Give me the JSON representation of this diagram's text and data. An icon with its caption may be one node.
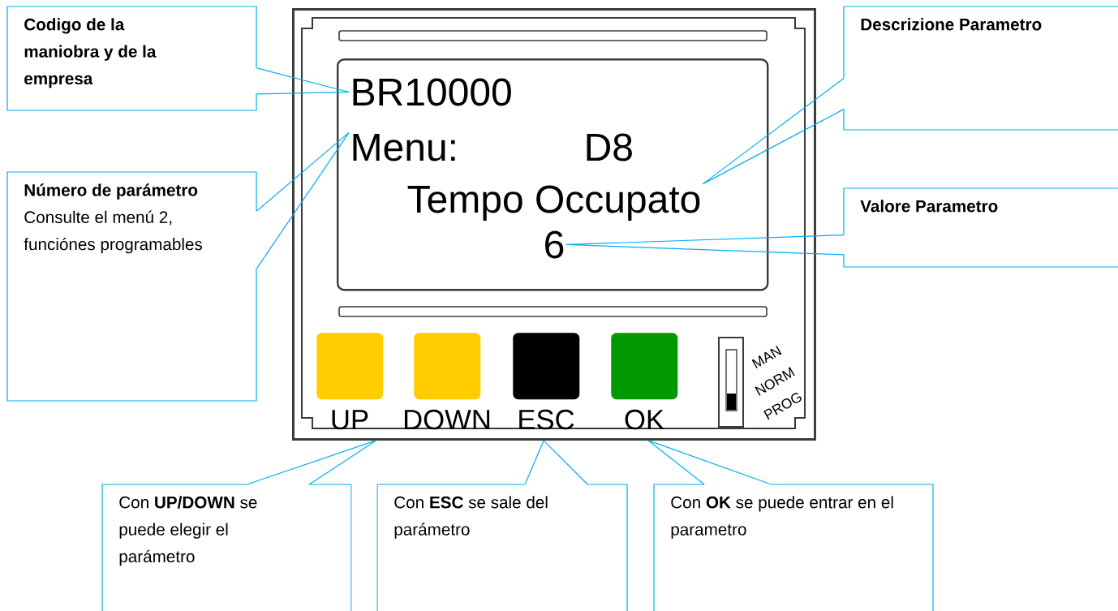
{
  "diagram": {
    "nodes": [
      {
        "text": [
          "Codigo de la maniobra y de la empresa"
        ]
      },
      {
        "text": [
          "Número de parámetro",
          "Consulte el menú 2, funciónes programables"
        ]
      },
      {
        "text": [
          "Descrizione Parametro"
        ]
      },
      {
        "text": [
          "Valore Parametro"
        ]
      },
      {
        "text": [],
        "shape": "box"
      },
      {
        "text": [],
        "shape": "box",
        "in": 4
      },
      {
        "text": [
          "BR10000"
        ],
        "in": 5
      },
      {
        "text": [
          "Menu:"
        ],
        "in": 5
      },
      {
        "text": [
          "D8"
        ],
        "in": 5
      },
      {
        "text": [
          "Tempo Occupato"
        ],
        "in": 5
      },
      {
        "text": [
          "6"
        ],
        "in": 5
      },
      {
        "text": [],
        "shape": "box",
        "beside": [
          "UP"
        ],
        "in": 4
      },
      {
        "text": [],
        "shape": "box",
        "beside": [
          "DOWN"
        ],
        "in": 4
      },
      {
        "text": [],
        "shape": "box",
        "beside": [
          "ESC"
        ],
        "in": 4
      },
      {
        "text": [],
        "shape": "box",
        "beside": [
          "OK"
        ],
        "in": 4
      },
      {
        "text": [],
        "shape": "box",
        "beside": [
          "MAN",
          "NORM",
          "PROG"
        ],
        "in": 4
      },
      {
        "text": [
          "Con **UP/DOWN** se puede elegir el parámetro"
        ]
      },
      {
        "text": [
          "Con **ESC** se sale del parámetro"
        ]
      },
      {
        "text": [
          "Con **OK** se puede entrar en el parametro"
        ]
      }
    ],
    "edges": [
      {
        "from": 0,
        "to": 6,
        "arrow": "none"
      },
      {
        "from": 1,
        "to": 7,
        "arrow": "none"
      },
      {
        "from": 2,
        "to": 9,
        "arrow": "none"
      },
      {
        "from": 3,
        "to": 10,
        "arrow": "none"
      },
      {
        "from": 16,
        "to": 4,
        "arrow": "none"
      },
      {
        "from": 17,
        "to": 4,
        "arrow": "none"
      },
      {
        "from": 18,
        "to": 4,
        "arrow": "none"
      }
    ]
  }
}
